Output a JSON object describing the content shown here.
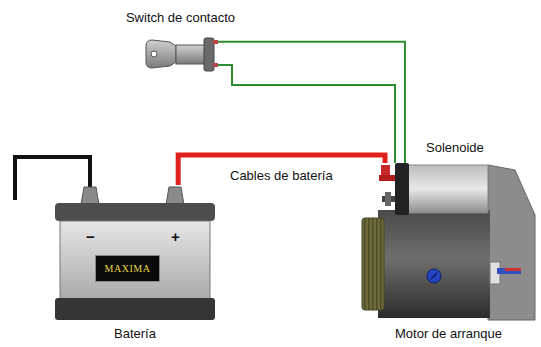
{
  "diagram": {
    "nodes": [
      {
        "text": [
          "Switch de contacto"
        ]
      },
      {
        "text": [
          "MAXIMA",
          "Batería"
        ]
      },
      {
        "text": [
          "Motor de arranque"
        ]
      },
      {
        "text": [
          "Solenoide"
        ]
      }
    ],
    "edges": [
      {
        "from": 1,
        "to": 3,
        "label": "Cables de batería",
        "arrow": "none"
      },
      {
        "from": 0,
        "to": 3,
        "arrow": "none"
      },
      {
        "from": 0,
        "to": 3,
        "arrow": "none"
      }
    ],
    "labels": [
      "−",
      "+"
    ]
  }
}
